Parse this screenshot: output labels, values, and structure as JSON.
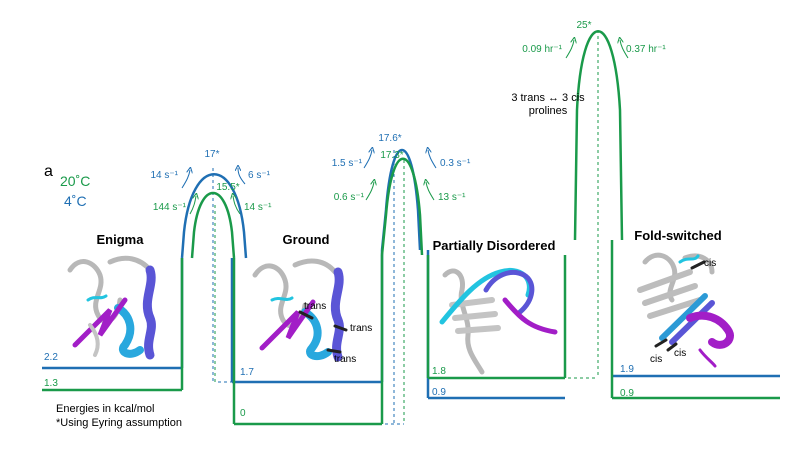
{
  "panel_label": "a",
  "legend": {
    "t20": "20˚C",
    "t4": "4˚C",
    "color20": "#1a9a4a",
    "color4": "#1f6fb3"
  },
  "footnote": {
    "line1": "Energies in kcal/mol",
    "line2": "*Using Eyring assumption"
  },
  "states": {
    "enigma": {
      "title": "Enigma",
      "e4": "2.2",
      "e20": "1.3"
    },
    "ground": {
      "title": "Ground",
      "e4": "1.7",
      "e20": "0",
      "labels": [
        "trans",
        "trans",
        "trans"
      ]
    },
    "disordered": {
      "title": "Partially Disordered",
      "e20": "1.8",
      "e4": "0.9"
    },
    "foldswitched": {
      "title": "Fold-switched",
      "e4": "1.9",
      "e20": "0.9",
      "labels": [
        "cis",
        "cis",
        "cis"
      ]
    }
  },
  "barriers": {
    "b1": {
      "top4": "17*",
      "top20": "15.5*",
      "k4_left": "14 s⁻¹",
      "k4_right": "6 s⁻¹",
      "k20_left": "144 s⁻¹",
      "k20_right": "14 s⁻¹"
    },
    "b2": {
      "top4": "17.6*",
      "top20": "17.3*",
      "k4_left": "1.5 s⁻¹",
      "k4_right": "0.3 s⁻¹",
      "k20_left": "0.6 s⁻¹",
      "k20_right": "13 s⁻¹"
    },
    "b3": {
      "top20": "25*",
      "k20_left": "0.09 hr⁻¹",
      "k20_right": "0.37 hr⁻¹",
      "note1": "3 trans ↔ 3 cis",
      "note2": "prolines"
    }
  }
}
